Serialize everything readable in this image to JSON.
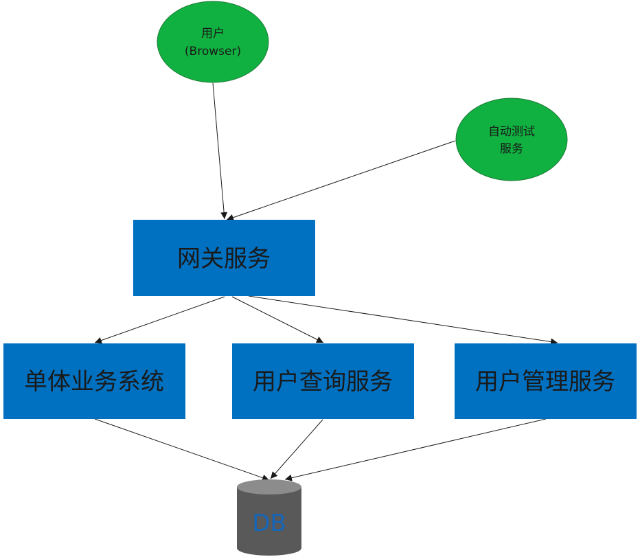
{
  "nodes": {
    "user": {
      "line1": "用户",
      "line2": "(Browser)"
    },
    "autotest": {
      "line1": "自动测试",
      "line2": "服务"
    },
    "gateway": {
      "label": "网关服务"
    },
    "monolith": {
      "label": "单体业务系统"
    },
    "user_query": {
      "label": "用户查询服务"
    },
    "user_mgmt": {
      "label": "用户管理服务"
    },
    "db": {
      "label": "DB"
    }
  },
  "edges": [
    {
      "from": "user",
      "to": "gateway"
    },
    {
      "from": "autotest",
      "to": "gateway"
    },
    {
      "from": "gateway",
      "to": "monolith"
    },
    {
      "from": "gateway",
      "to": "user_query"
    },
    {
      "from": "gateway",
      "to": "user_mgmt"
    },
    {
      "from": "monolith",
      "to": "db"
    },
    {
      "from": "user_query",
      "to": "db"
    },
    {
      "from": "user_mgmt",
      "to": "db"
    }
  ],
  "colors": {
    "ellipse_fill": "#10b140",
    "ellipse_stroke": "#1e7a38",
    "box_fill": "#0070c0",
    "db_fill": "#595959",
    "db_top": "#8c8c8c",
    "db_label": "#1565b8"
  }
}
